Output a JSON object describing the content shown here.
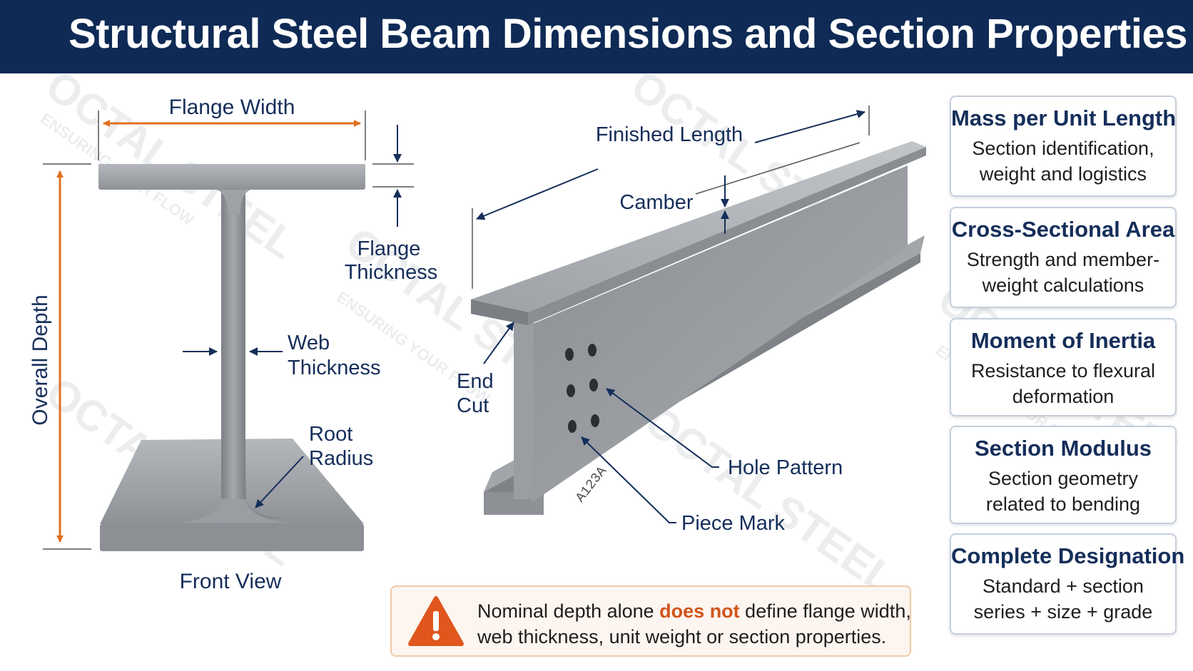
{
  "header": {
    "title": "Structural Steel Beam Dimensions and Section Properties"
  },
  "front_view": {
    "flange_width": "Flange Width",
    "flange_thickness_1": "Flange",
    "flange_thickness_2": "Thickness",
    "overall_depth": "Overall Depth",
    "web_thickness_1": "Web",
    "web_thickness_2": "Thickness",
    "root_radius_1": "Root",
    "root_radius_2": "Radius",
    "caption": "Front View"
  },
  "iso_view": {
    "finished_length": "Finished Length",
    "camber": "Camber",
    "end_cut_1": "End",
    "end_cut_2": "Cut",
    "hole_pattern": "Hole Pattern",
    "piece_mark": "Piece Mark",
    "stamp": "A123A"
  },
  "watermark": {
    "brand": "OCTAL STEEL",
    "tagline": "ENSURING YOUR FLOW"
  },
  "cards": [
    {
      "title": "Mass per Unit Length",
      "line1": "Section identification,",
      "line2": "weight and logistics"
    },
    {
      "title": "Cross-Sectional Area",
      "line1": "Strength and member-",
      "line2": "weight calculations"
    },
    {
      "title": "Moment of Inertia",
      "line1": "Resistance to flexural",
      "line2": "deformation"
    },
    {
      "title": "Section Modulus",
      "line1": "Section geometry",
      "line2": "related to bending"
    },
    {
      "title": "Complete Designation",
      "line1": "Standard + section",
      "line2": "series + size + grade"
    }
  ],
  "callout": {
    "part1": "Nominal depth alone ",
    "emphasis": "does not",
    "part2": " define flange width,",
    "line2": "web thickness, unit weight or section properties."
  },
  "colors": {
    "navy": "#0e2a55",
    "orange": "#e07020",
    "steel": "#8c9095",
    "text": "#152e5a"
  }
}
